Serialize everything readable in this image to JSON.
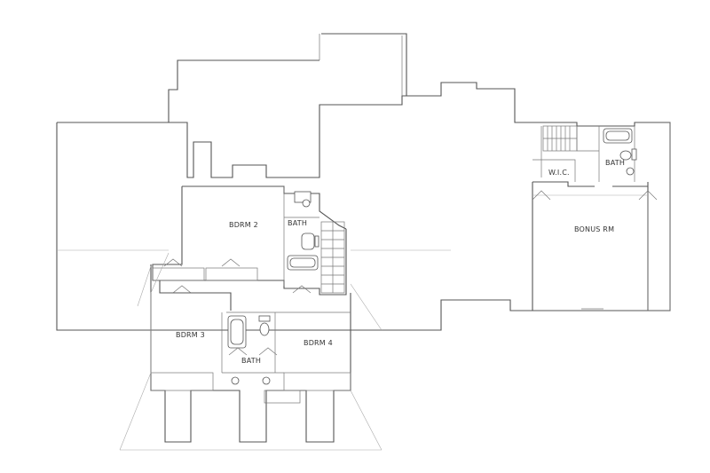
{
  "plan": {
    "rooms": {
      "bdrm2": "BDRM 2",
      "bath_upper": "BATH",
      "bdrm3": "BDRM 3",
      "bdrm4": "BDRM 4",
      "bath_lower": "BATH",
      "wic": "W.I.C.",
      "bath_bonus": "BATH",
      "bonus": "BONUS RM"
    }
  }
}
